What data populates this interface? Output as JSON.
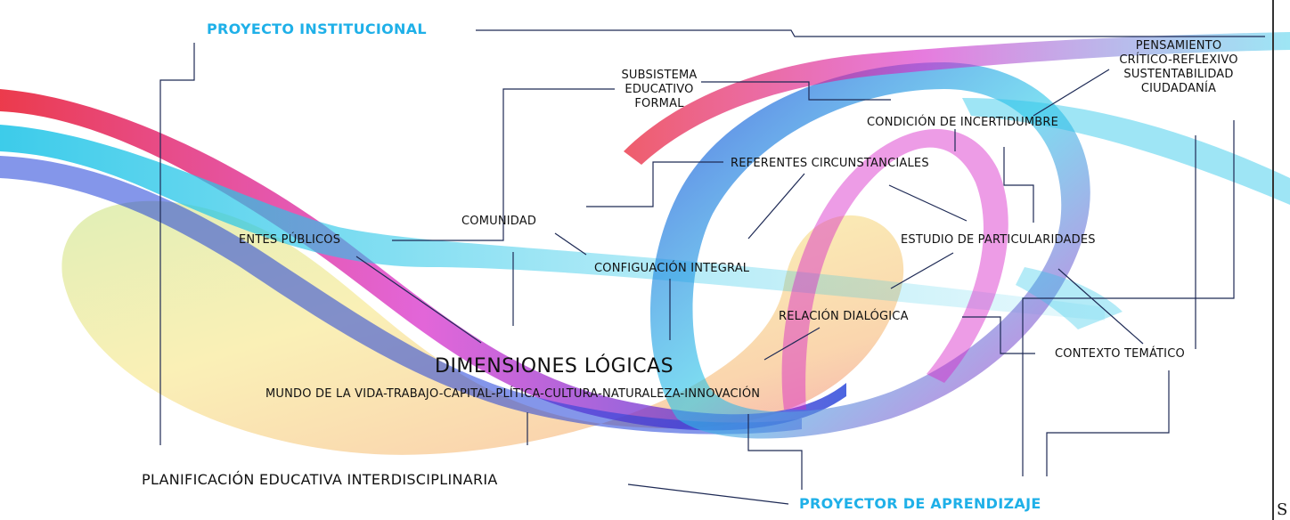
{
  "colors": {
    "title_blue": "#1fb0e8",
    "connector_line": "#1e2a55",
    "ribbon_red": "#e8182c",
    "ribbon_blue": "#1f3fd8",
    "ribbon_cyan": "#27c6e8",
    "ribbon_magenta": "#d624c8",
    "ribbon_yellow": "#f0d020",
    "ribbon_orange": "#f08a1c",
    "ribbon_green": "#a8d232"
  },
  "labels": {
    "proyecto_institucional": "PROYECTO INSTITUCIONAL",
    "subsistema": [
      "SUBSISTEMA",
      "EDUCATIVO",
      "FORMAL"
    ],
    "pensamiento": [
      "PENSAMIENTO",
      "CRÍTICO-REFLEXIVO",
      "SUSTENTABILIDAD",
      "CIUDADANÍA"
    ],
    "condicion": "CONDICIÓN DE INCERTIDUMBRE",
    "referentes": "REFERENTES CIRCUNSTANCIALES",
    "comunidad": "COMUNIDAD",
    "entes_publicos": "ENTES PÚBLICOS",
    "estudio": "ESTUDIO DE PARTICULARIDADES",
    "configuacion": "CONFIGUACIÓN INTEGRAL",
    "relacion": "RELACIÓN DIALÓGICA",
    "contexto": "CONTEXTO TEMÁTICO",
    "dimensiones": "DIMENSIONES LÓGICAS",
    "mundo": "MUNDO DE LA VIDA-TRABAJO-CAPITAL-PLÍTICA-CULTURA-NATURALEZA-INNOVACIÓN",
    "planificacion": "PLANIFICACIÓN EDUCATIVA INTERDISCIPLINARIA",
    "proyector": "PROYECTOR DE APRENDIZAJE",
    "edge_glyph": "S"
  }
}
